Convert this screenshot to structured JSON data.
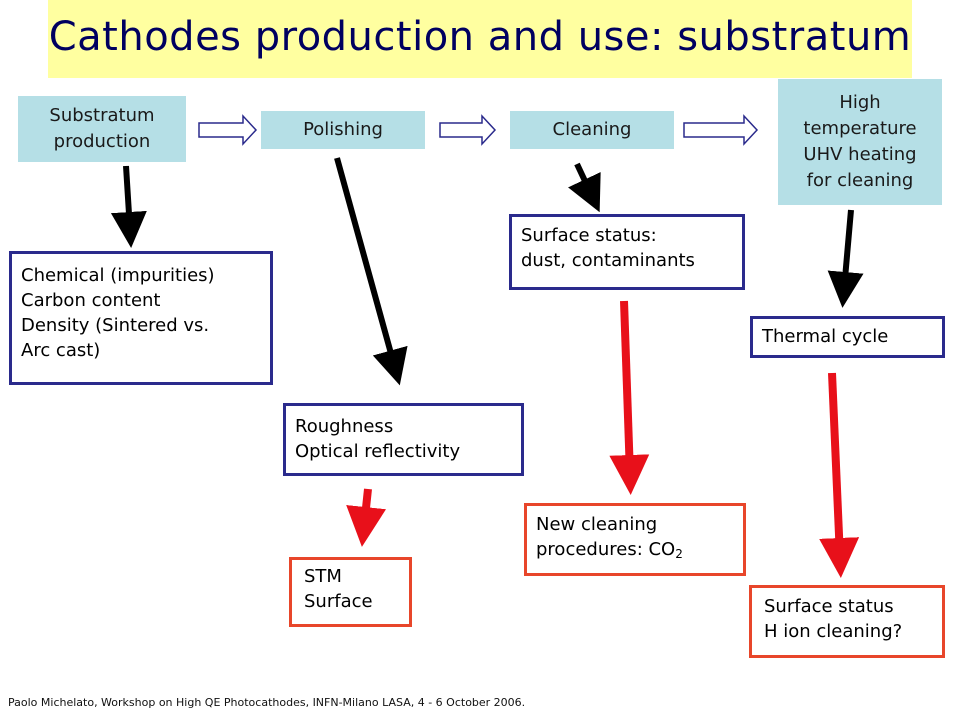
{
  "title": "Cathodes production and use: substratum",
  "steps": {
    "substratum": "Substratum\nproduction",
    "polishing": "Polishing",
    "cleaning": "Cleaning",
    "heating": "High\ntemperature\nUHV heating\nfor cleaning"
  },
  "boxes": {
    "chemical": "Chemical (impurities)\nCarbon content\nDensity (Sintered vs.\n Arc cast)",
    "roughness": "Roughness\nOptical reflectivity",
    "surface_status": "Surface status:\ndust, contaminants",
    "thermal_cycle": "Thermal cycle",
    "stm": "STM\nSurface",
    "new_cleaning_text": "New cleaning\nprocedures: CO",
    "new_cleaning_sub": "2",
    "h_ion": "Surface status\nH ion cleaning?"
  },
  "footer": "Paolo Michelato, Workshop on High  QE Photocathodes, INFN-Milano LASA, 4 - 6 October 2006.",
  "colors": {
    "title_band": "#ffffa0",
    "title_text": "#000060",
    "step_fill": "#b5dfe6",
    "blue_border": "#2a2a8c",
    "red_border": "#e8462a",
    "black_arrow": "#000000",
    "red_arrow": "#e8101a"
  }
}
